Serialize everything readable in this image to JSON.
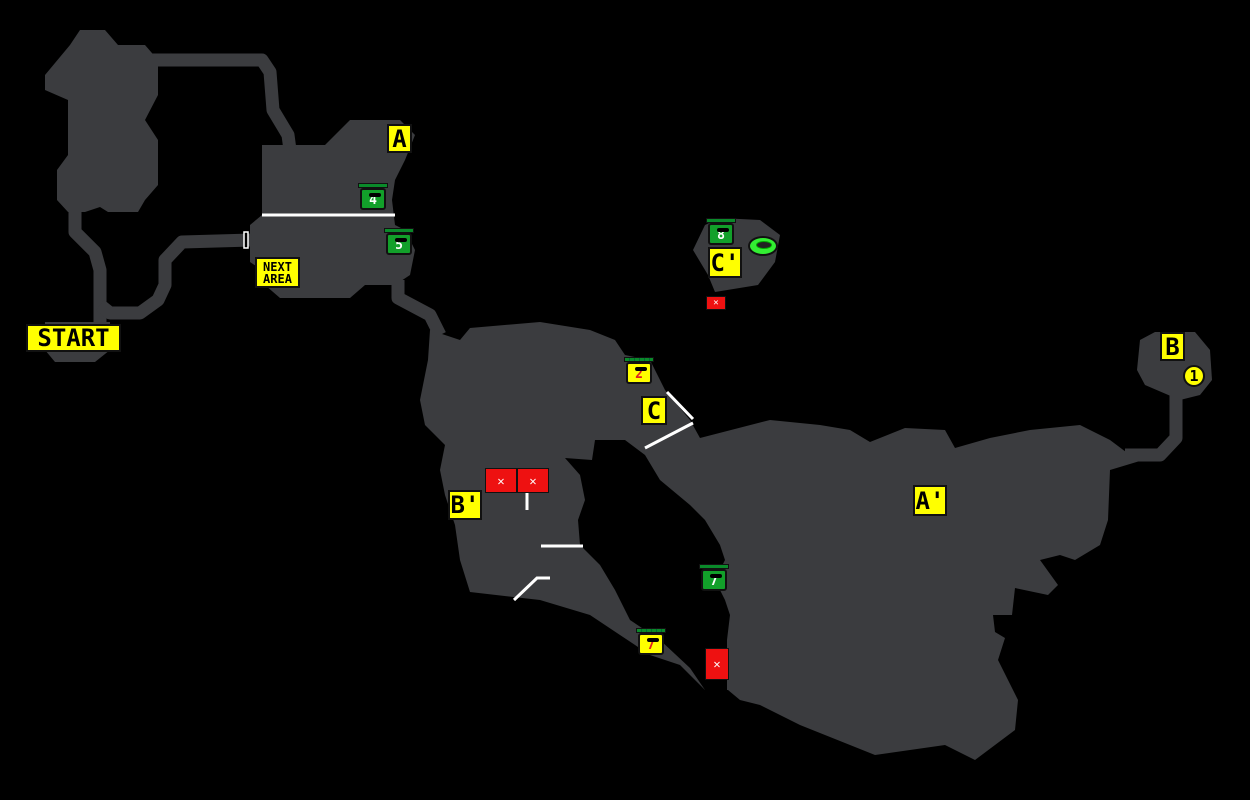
{
  "colors": {
    "floor": "#3b3c3f",
    "label": "#ffff00",
    "chest_green": "#12a02a",
    "block": "#ee1111",
    "ring": "#33ee33"
  },
  "labels": {
    "start": "START",
    "next_area": "NEXT AREA",
    "a": "A",
    "a_prime": "A'",
    "b": "B",
    "b_prime": "B'",
    "c": "C",
    "c_prime": "C'"
  },
  "chests": [
    {
      "number": "4",
      "color": "green"
    },
    {
      "number": "5",
      "color": "green"
    },
    {
      "number": "8",
      "color": "green"
    },
    {
      "number": "7",
      "color": "green"
    },
    {
      "number": "2",
      "color": "yellow"
    },
    {
      "number": "7",
      "color": "yellow"
    }
  ],
  "blocks": {
    "icon": "x-block-icon",
    "glyph": "✕"
  },
  "markers": {
    "one": "1"
  }
}
